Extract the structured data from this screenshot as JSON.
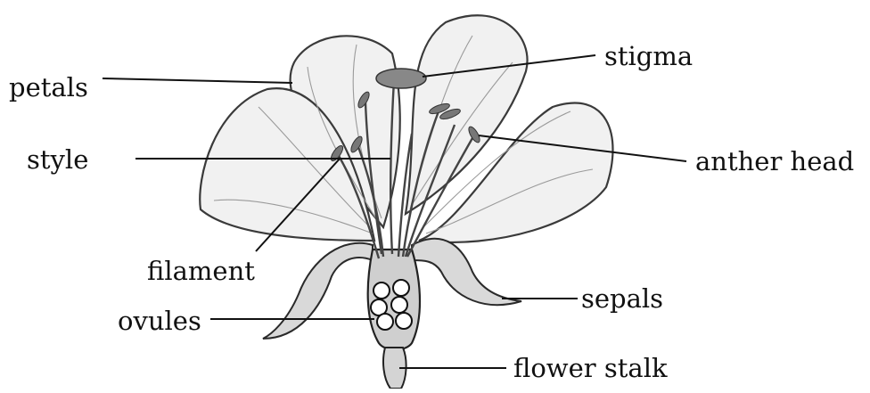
{
  "labels": {
    "petals": "petals",
    "stigma": "stigma",
    "anther_head": "anther head",
    "style": "style",
    "filament": "filament",
    "sepals": "sepals",
    "ovules": "ovules",
    "flower_stalk": "flower stalk"
  },
  "ovules": {
    "count": 6
  }
}
